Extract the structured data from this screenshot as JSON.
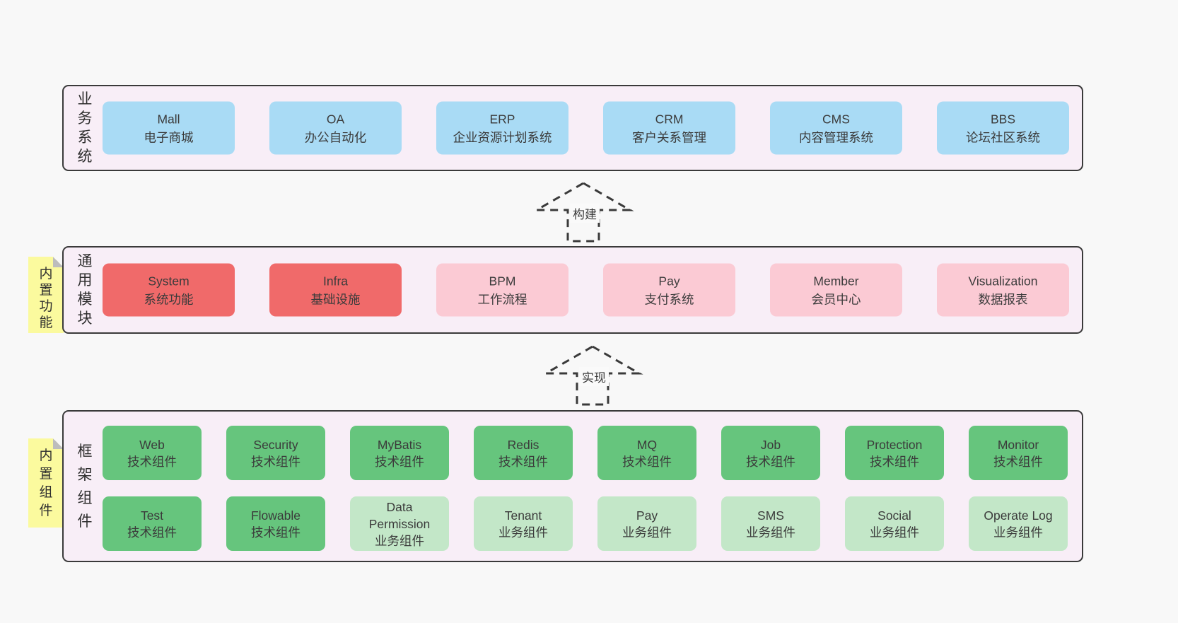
{
  "colors": {
    "page_bg": "#f8f8f8",
    "container_bg": "#f8eef7",
    "container_border": "#3a3a3a",
    "blue_box": "#a9dbf5",
    "red_box": "#f06a6a",
    "pink_box": "#fbcad4",
    "green_dark_box": "#66c57d",
    "green_light_box": "#c3e7c8",
    "note_yellow": "#fbfa9e",
    "note_fold_gray": "#bdbdbd",
    "text": "#3b3b3b"
  },
  "arrows": [
    {
      "label": "构建"
    },
    {
      "label": "实现"
    }
  ],
  "layers": {
    "business": {
      "side_label": "业务系统",
      "boxes": [
        {
          "title": "Mall",
          "subtitle": "电子商城"
        },
        {
          "title": "OA",
          "subtitle": "办公自动化"
        },
        {
          "title": "ERP",
          "subtitle": "企业资源计划系统"
        },
        {
          "title": "CRM",
          "subtitle": "客户关系管理"
        },
        {
          "title": "CMS",
          "subtitle": "内容管理系统"
        },
        {
          "title": "BBS",
          "subtitle": "论坛社区系统"
        }
      ]
    },
    "modules": {
      "side_label": "通用模块",
      "note": "内置功能",
      "boxes": [
        {
          "title": "System",
          "subtitle": "系统功能"
        },
        {
          "title": "Infra",
          "subtitle": "基础设施"
        },
        {
          "title": "BPM",
          "subtitle": "工作流程"
        },
        {
          "title": "Pay",
          "subtitle": "支付系统"
        },
        {
          "title": "Member",
          "subtitle": "会员中心"
        },
        {
          "title": "Visualization",
          "subtitle": "数据报表"
        }
      ]
    },
    "framework": {
      "side_label": "框架组件",
      "note": "内置组件",
      "row1": [
        {
          "title": "Web",
          "subtitle": "技术组件"
        },
        {
          "title": "Security",
          "subtitle": "技术组件"
        },
        {
          "title": "MyBatis",
          "subtitle": "技术组件"
        },
        {
          "title": "Redis",
          "subtitle": "技术组件"
        },
        {
          "title": "MQ",
          "subtitle": "技术组件"
        },
        {
          "title": "Job",
          "subtitle": "技术组件"
        },
        {
          "title": "Protection",
          "subtitle": "技术组件"
        },
        {
          "title": "Monitor",
          "subtitle": "技术组件"
        }
      ],
      "row2": [
        {
          "title": "Test",
          "subtitle": "技术组件"
        },
        {
          "title": "Flowable",
          "subtitle": "技术组件"
        },
        {
          "title": "Data Permission",
          "subtitle": "业务组件"
        },
        {
          "title": "Tenant",
          "subtitle": "业务组件"
        },
        {
          "title": "Pay",
          "subtitle": "业务组件"
        },
        {
          "title": "SMS",
          "subtitle": "业务组件"
        },
        {
          "title": "Social",
          "subtitle": "业务组件"
        },
        {
          "title": "Operate Log",
          "subtitle": "业务组件"
        }
      ]
    }
  }
}
